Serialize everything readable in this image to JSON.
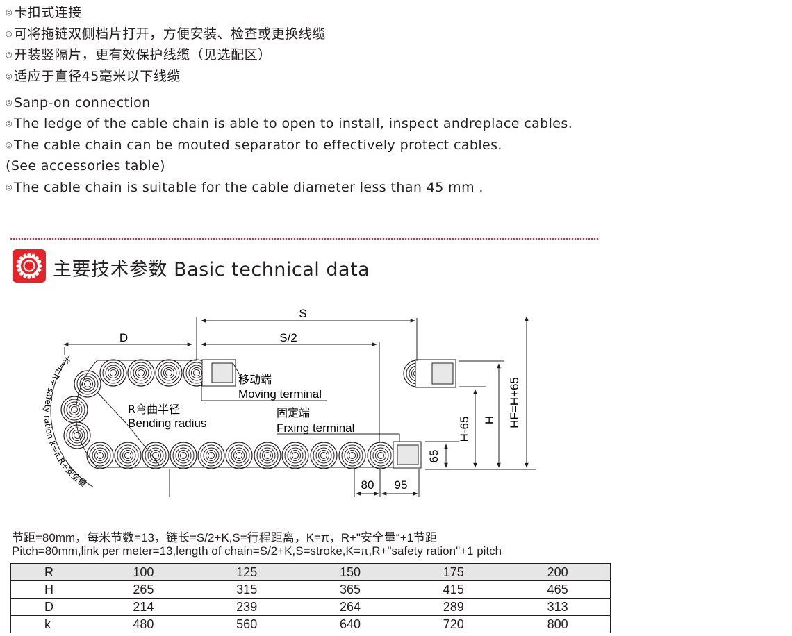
{
  "features_zh": [
    "卡扣式连接",
    "可将拖链双侧档片打开，方便安装、检查或更换线缆",
    "开装竖隔片，更有效保护线缆（见选配区）",
    "适应于直径45毫米以下线缆"
  ],
  "features_en": [
    {
      "bullet": true,
      "text": "Sanp-on connection"
    },
    {
      "bullet": true,
      "text": "The ledge of the cable chain is able to open to install, inspect andreplace cables."
    },
    {
      "bullet": true,
      "text": "The cable chain can be mouted separator to effectively protect cables."
    },
    {
      "bullet": false,
      "text": "(See accessories table)"
    },
    {
      "bullet": true,
      "text": "The cable chain is suitable for the cable diameter less than 45 mm ."
    }
  ],
  "bullet_glyph": "◎",
  "section": {
    "title": "主要技术参数 Basic technical data",
    "accent_color": "#e0262b",
    "icon": "gear-icon"
  },
  "diagram": {
    "label_S": "S",
    "label_S2": "S/2",
    "label_D": "D",
    "moving_zh": "移动端",
    "moving_en": "Moving terminal",
    "fixed_zh": "固定端",
    "fixed_en": "Frxing terminal",
    "radius_zh": "R弯曲半径",
    "radius_en": "Bending radius",
    "arc_label": "K=π.R+ safety ration K=π.R+安全量",
    "label_80": "80",
    "label_95": "95",
    "label_65": "65",
    "label_H65": "H-65",
    "label_H": "H",
    "label_HF": "HF=H+65"
  },
  "notes": {
    "zh": "节距=80mm，每米节数=13，链长=S/2+K,S=行程距离，K=π，R+\"安全量“+1节距",
    "en": "Pitch=80mm,link per meter=13,length of chain=S/2+K,S=stroke,K=π,R+\"safety ration\"+1 pitch"
  },
  "table": {
    "rows": [
      {
        "label": "R",
        "values": [
          "100",
          "125",
          "150",
          "175",
          "200"
        ]
      },
      {
        "label": "H",
        "values": [
          "265",
          "315",
          "365",
          "415",
          "465"
        ]
      },
      {
        "label": "D",
        "values": [
          "214",
          "239",
          "264",
          "289",
          "313"
        ]
      },
      {
        "label": "k",
        "values": [
          "480",
          "560",
          "640",
          "720",
          "800"
        ]
      }
    ]
  }
}
